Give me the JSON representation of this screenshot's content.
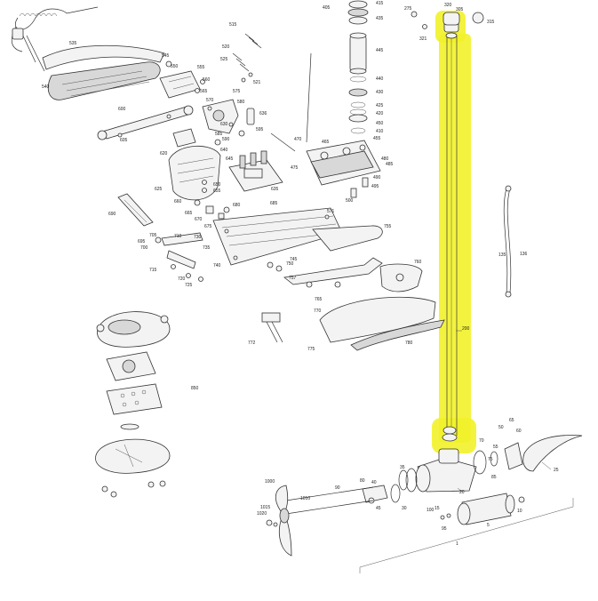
{
  "labels": [
    {
      "id": "l535",
      "text": "535"
    },
    {
      "id": "l545",
      "text": "545"
    },
    {
      "id": "l540",
      "text": "540"
    },
    {
      "id": "l550",
      "text": "550"
    },
    {
      "id": "l555",
      "text": "555"
    },
    {
      "id": "l560",
      "text": "560"
    },
    {
      "id": "l565",
      "text": "565"
    },
    {
      "id": "l570",
      "text": "570"
    },
    {
      "id": "l575",
      "text": "575"
    },
    {
      "id": "l580",
      "text": "580"
    },
    {
      "id": "l585",
      "text": "585"
    },
    {
      "id": "l590",
      "text": "590"
    },
    {
      "id": "l595",
      "text": "595"
    },
    {
      "id": "l600",
      "text": "600"
    },
    {
      "id": "l605",
      "text": "605"
    },
    {
      "id": "l515",
      "text": "515"
    },
    {
      "id": "l520",
      "text": "520"
    },
    {
      "id": "l525",
      "text": "525"
    },
    {
      "id": "l521",
      "text": "521"
    },
    {
      "id": "l630",
      "text": "630"
    },
    {
      "id": "l636",
      "text": "636"
    },
    {
      "id": "l620",
      "text": "620"
    },
    {
      "id": "l625",
      "text": "625"
    },
    {
      "id": "l640",
      "text": "640"
    },
    {
      "id": "l645",
      "text": "645"
    },
    {
      "id": "l650",
      "text": "650"
    },
    {
      "id": "l655",
      "text": "655"
    },
    {
      "id": "l660",
      "text": "660"
    },
    {
      "id": "l665",
      "text": "665"
    },
    {
      "id": "l670",
      "text": "670"
    },
    {
      "id": "l675",
      "text": "675"
    },
    {
      "id": "l680",
      "text": "680"
    },
    {
      "id": "l685",
      "text": "685"
    },
    {
      "id": "l690",
      "text": "690"
    },
    {
      "id": "l635",
      "text": "635"
    },
    {
      "id": "l470",
      "text": "470"
    },
    {
      "id": "l465",
      "text": "465"
    },
    {
      "id": "l475",
      "text": "475"
    },
    {
      "id": "l480",
      "text": "480"
    },
    {
      "id": "l485",
      "text": "485"
    },
    {
      "id": "l490",
      "text": "490"
    },
    {
      "id": "l495",
      "text": "495"
    },
    {
      "id": "l500",
      "text": "500"
    },
    {
      "id": "l405",
      "text": "405"
    },
    {
      "id": "l455",
      "text": "455"
    },
    {
      "id": "l450",
      "text": "450"
    },
    {
      "id": "l445",
      "text": "445"
    },
    {
      "id": "l440",
      "text": "440"
    },
    {
      "id": "l435",
      "text": "435"
    },
    {
      "id": "l430",
      "text": "430"
    },
    {
      "id": "l425",
      "text": "425"
    },
    {
      "id": "l420",
      "text": "420"
    },
    {
      "id": "l415",
      "text": "415"
    },
    {
      "id": "l410",
      "text": "410"
    },
    {
      "id": "l275",
      "text": "275"
    },
    {
      "id": "l320",
      "text": "320"
    },
    {
      "id": "l305",
      "text": "305"
    },
    {
      "id": "l315",
      "text": "315"
    },
    {
      "id": "l321",
      "text": "321"
    },
    {
      "id": "l571",
      "text": "571"
    },
    {
      "id": "l695",
      "text": "695"
    },
    {
      "id": "l700",
      "text": "700"
    },
    {
      "id": "l705",
      "text": "705"
    },
    {
      "id": "l710",
      "text": "710"
    },
    {
      "id": "l715",
      "text": "715"
    },
    {
      "id": "l720",
      "text": "720"
    },
    {
      "id": "l725",
      "text": "725"
    },
    {
      "id": "l730",
      "text": "730"
    },
    {
      "id": "l735",
      "text": "735"
    },
    {
      "id": "l740",
      "text": "740"
    },
    {
      "id": "l745",
      "text": "745"
    },
    {
      "id": "l750",
      "text": "750"
    },
    {
      "id": "l755",
      "text": "755"
    },
    {
      "id": "l757",
      "text": "757"
    },
    {
      "id": "l760",
      "text": "760"
    },
    {
      "id": "l765",
      "text": "765"
    },
    {
      "id": "l770",
      "text": "770"
    },
    {
      "id": "l772",
      "text": "772"
    },
    {
      "id": "l775",
      "text": "775"
    },
    {
      "id": "l780",
      "text": "780"
    },
    {
      "id": "l850",
      "text": "850"
    },
    {
      "id": "l135",
      "text": "135"
    },
    {
      "id": "l136",
      "text": "136"
    },
    {
      "id": "l200",
      "text": "200"
    },
    {
      "id": "l20",
      "text": "20"
    },
    {
      "id": "l25",
      "text": "25"
    },
    {
      "id": "l35",
      "text": "35"
    },
    {
      "id": "l50",
      "text": "50"
    },
    {
      "id": "l55",
      "text": "55"
    },
    {
      "id": "l60",
      "text": "60"
    },
    {
      "id": "l65",
      "text": "65"
    },
    {
      "id": "l70",
      "text": "70"
    },
    {
      "id": "l75",
      "text": "75"
    },
    {
      "id": "l85",
      "text": "85"
    },
    {
      "id": "l80",
      "text": "80"
    },
    {
      "id": "l90",
      "text": "90"
    },
    {
      "id": "l40",
      "text": "40"
    },
    {
      "id": "l45",
      "text": "45"
    },
    {
      "id": "l30",
      "text": "30"
    },
    {
      "id": "l15",
      "text": "15"
    },
    {
      "id": "l10",
      "text": "10"
    },
    {
      "id": "l5",
      "text": "5"
    },
    {
      "id": "l95",
      "text": "95"
    },
    {
      "id": "l100",
      "text": "100"
    },
    {
      "id": "l1",
      "text": "1"
    },
    {
      "id": "l1000",
      "text": "1000"
    },
    {
      "id": "l1010",
      "text": "1010"
    },
    {
      "id": "l1015",
      "text": "1015"
    },
    {
      "id": "l1020",
      "text": "1020"
    }
  ],
  "highlight_color": "#f2f22a",
  "highlighted_part": "200"
}
